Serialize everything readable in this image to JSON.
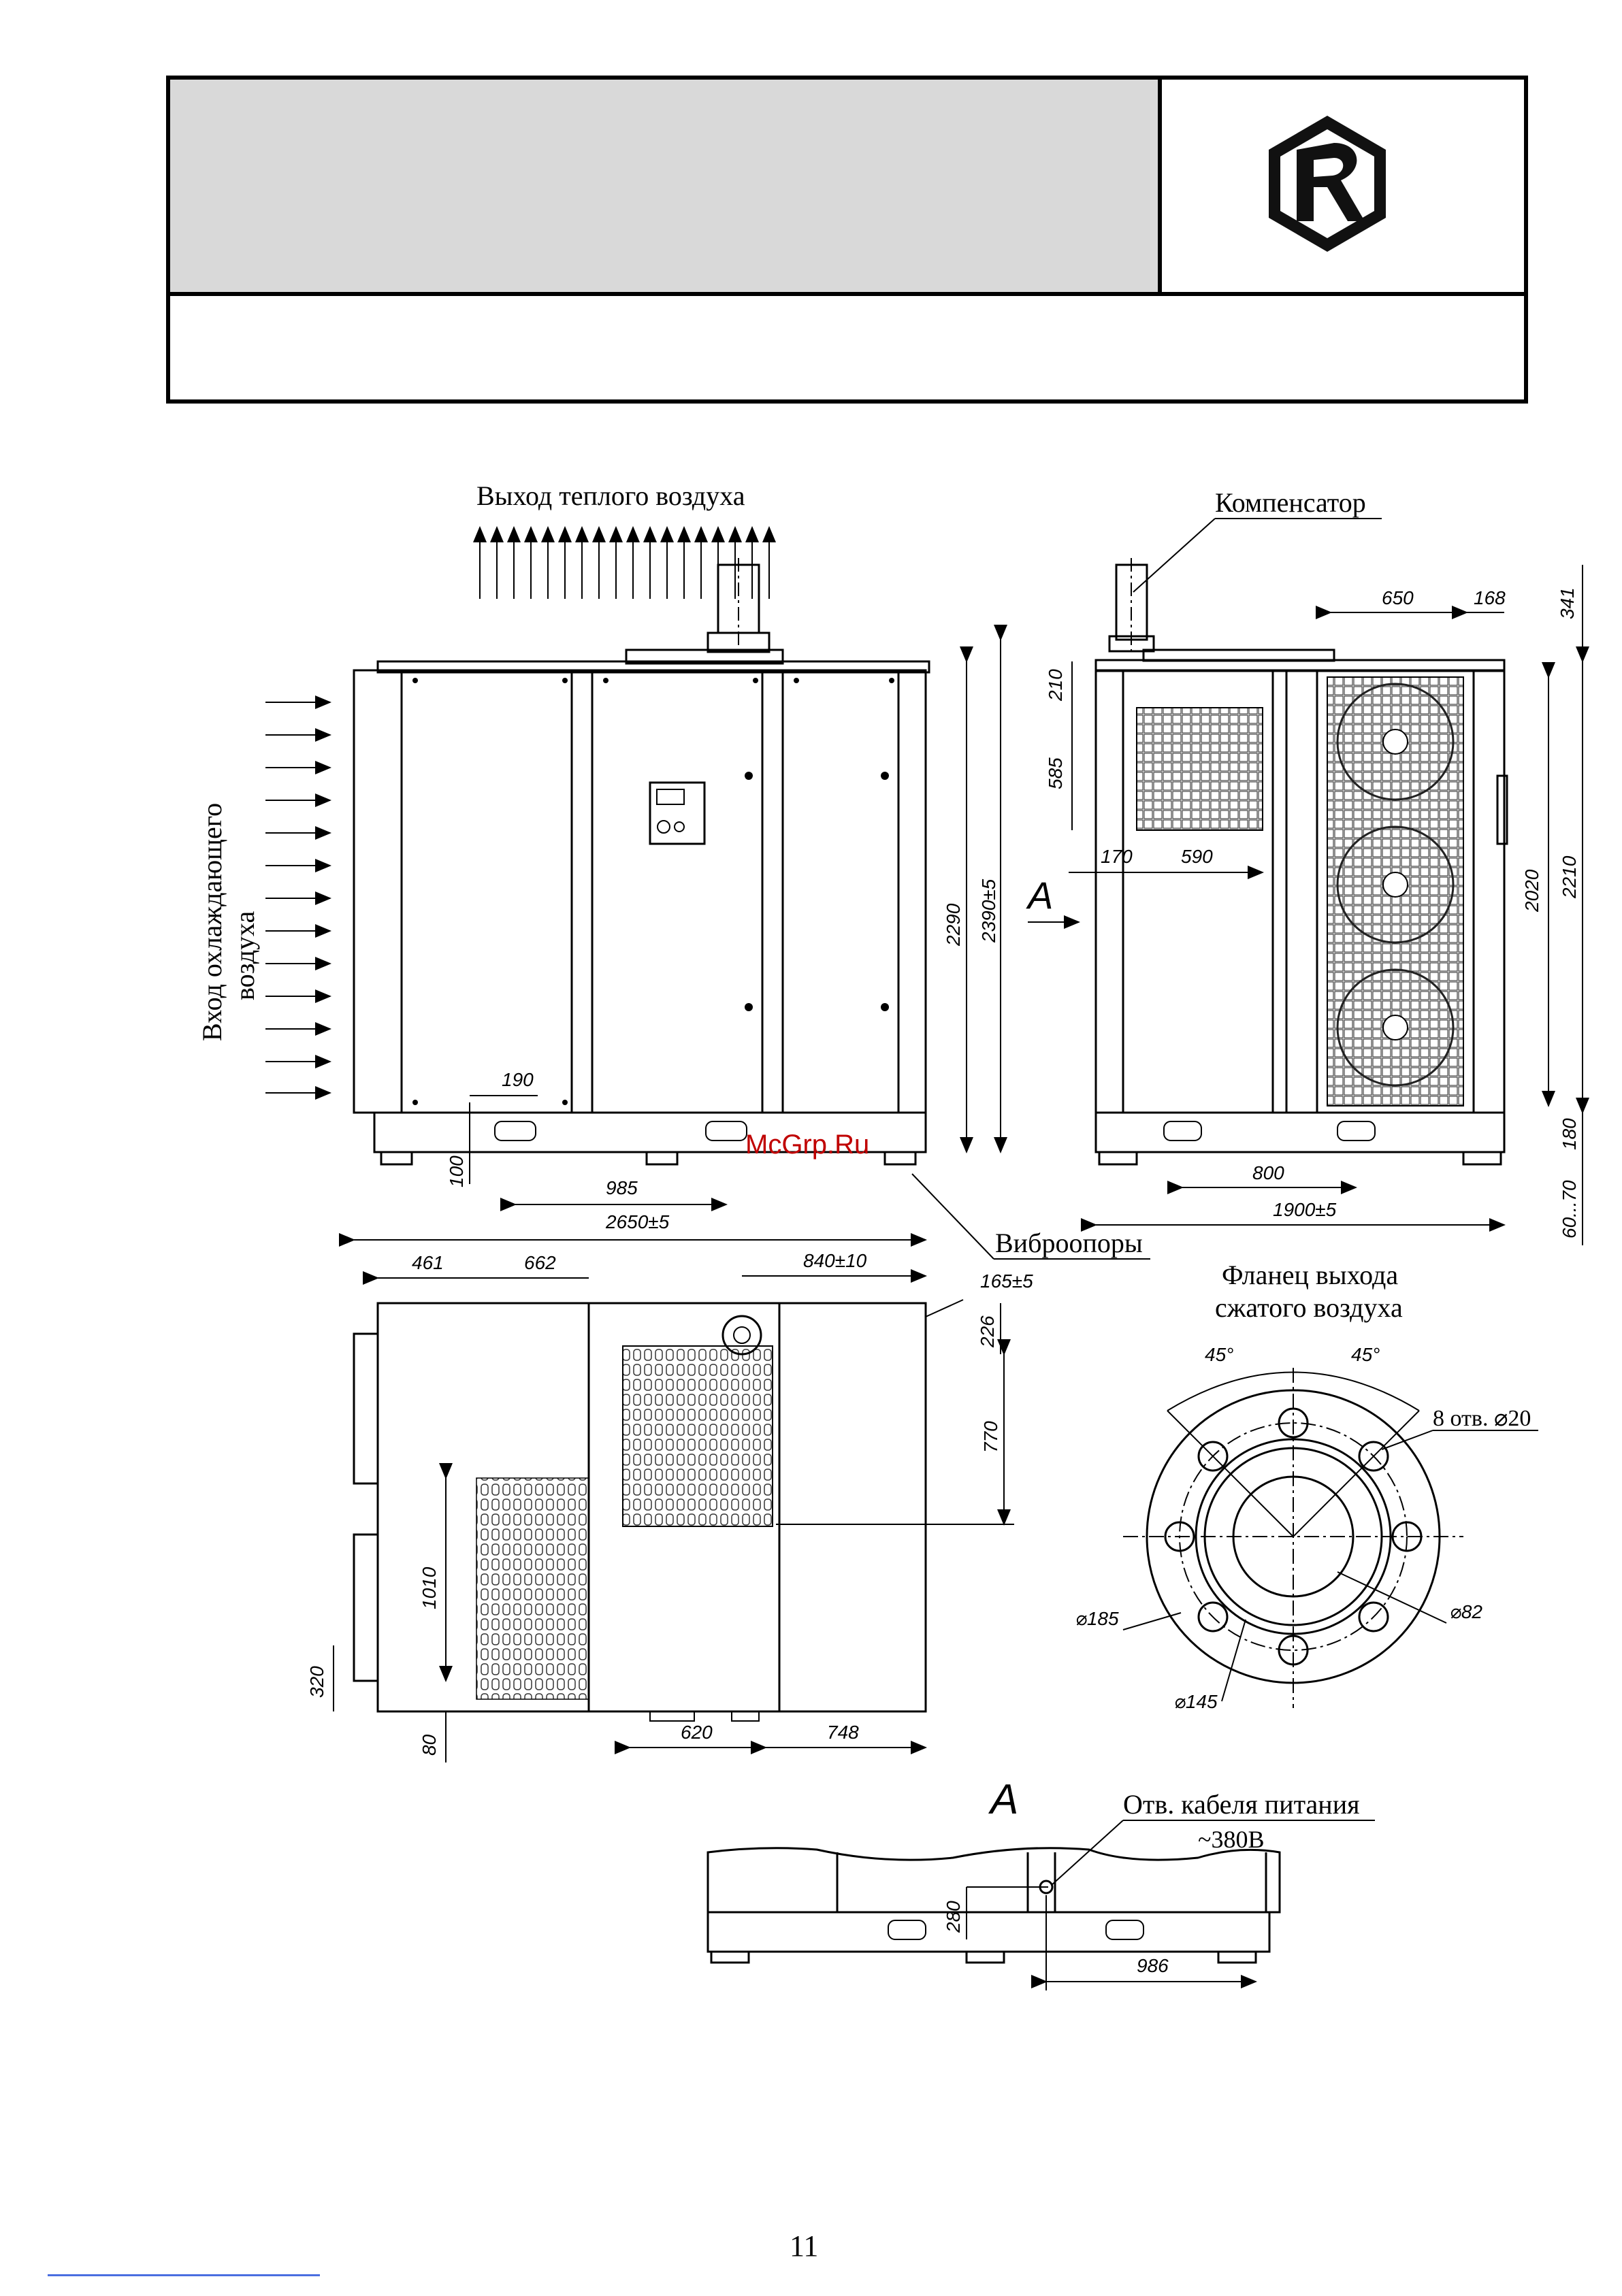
{
  "header": {
    "logo": "manufacturer-logo",
    "colors": {
      "title_fill": "#d9d9d9",
      "border": "#000000"
    }
  },
  "front_view": {
    "label_warm_air_out": "Выход теплого воздуха",
    "label_cooling_air_in_line1": "Вход охлаждающего",
    "label_cooling_air_in_line2": "воздуха",
    "label_view_A": "A",
    "dims": {
      "d190": "190",
      "d100": "100",
      "d985": "985",
      "d2650": "2650±5",
      "d2290": "2290",
      "d2390": "2390±5"
    }
  },
  "side_view": {
    "label_compensator": "Компенсатор",
    "dims": {
      "d650": "650",
      "d168": "168",
      "d341": "341",
      "d210": "210",
      "d585": "585",
      "d170": "170",
      "d590": "590",
      "d2020": "2020",
      "d2210": "2210",
      "d180": "180",
      "d800": "800",
      "d1900": "1900±5",
      "d60_70": "60...70"
    }
  },
  "watermark": "McGrp.Ru",
  "top_view": {
    "label_vibration_mounts": "Виброопоры",
    "dims": {
      "d461": "461",
      "d662": "662",
      "d840": "840±10",
      "d165": "165±5",
      "d226": "226",
      "d770": "770",
      "d1010": "1010",
      "d320": "320",
      "d80": "80",
      "d620": "620",
      "d748": "748"
    }
  },
  "flange": {
    "title_line1": "Фланец выхода",
    "title_line2": "сжатого воздуха",
    "angle_left": "45°",
    "angle_right": "45°",
    "holes": "8 отв. ⌀20",
    "d185": "⌀185",
    "d82": "⌀82",
    "d145": "⌀145"
  },
  "view_A": {
    "title": "A",
    "label_cable_hole": "Отв. кабеля питания",
    "label_voltage": "~380В",
    "dims": {
      "d280": "280",
      "d986": "986"
    }
  },
  "page_number": "11"
}
